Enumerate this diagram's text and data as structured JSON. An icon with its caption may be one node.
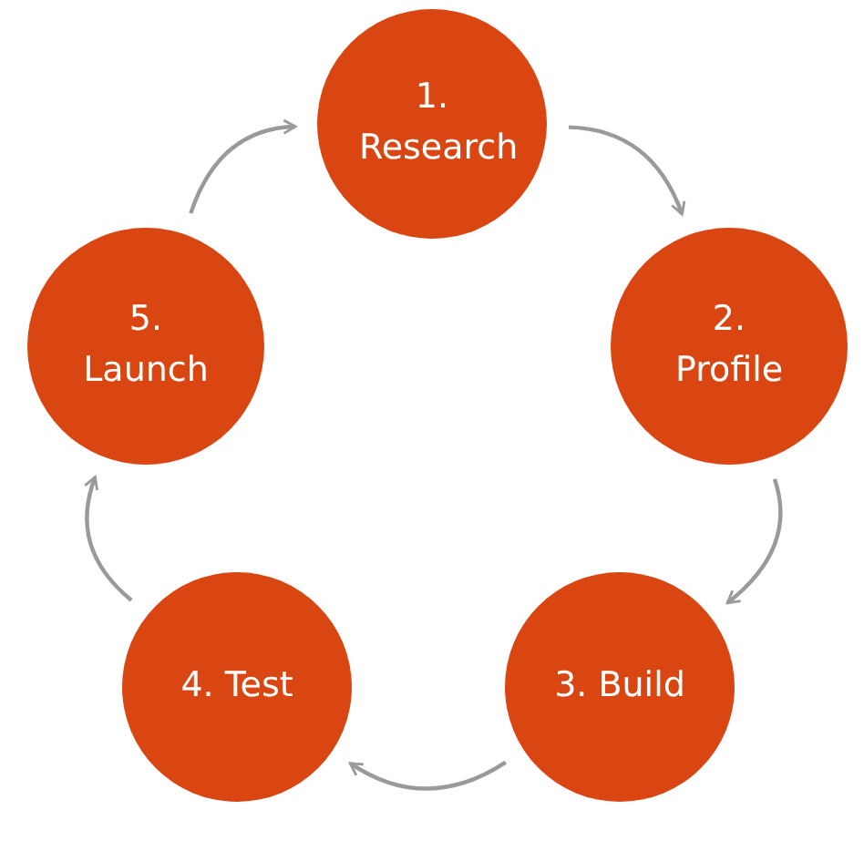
{
  "diagram": {
    "nodes": [
      {
        "text": [
          "1. Research"
        ]
      },
      {
        "text": [
          "2. Profile"
        ]
      },
      {
        "text": [
          "3. Build"
        ]
      },
      {
        "text": [
          "4. Test"
        ]
      },
      {
        "text": [
          "5. Launch"
        ]
      }
    ],
    "edges": [
      {
        "from": 0,
        "to": 1,
        "arrow": "to"
      },
      {
        "from": 1,
        "to": 2,
        "arrow": "to"
      },
      {
        "from": 2,
        "to": 3,
        "arrow": "to"
      },
      {
        "from": 3,
        "to": 4,
        "arrow": "to"
      },
      {
        "from": 4,
        "to": 0,
        "arrow": "to"
      }
    ]
  }
}
